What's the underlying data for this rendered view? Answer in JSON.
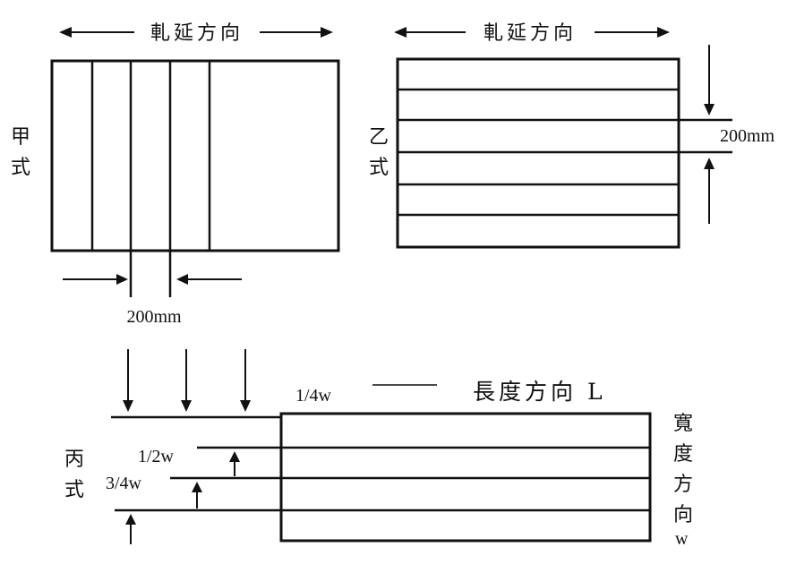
{
  "panel_a": {
    "direction_label": "軋延方向",
    "style_label": "甲式",
    "gap_label": "200mm"
  },
  "panel_b": {
    "direction_label": "軋延方向",
    "style_label": "乙式",
    "gap_label": "200mm"
  },
  "panel_c": {
    "length_direction_label": "長度方向 L",
    "width_direction_label": "寬度方向w",
    "style_label": "丙式",
    "quarter_label": "1/4w",
    "half_label": "1/2w",
    "three_quarter_label": "3/4w"
  }
}
